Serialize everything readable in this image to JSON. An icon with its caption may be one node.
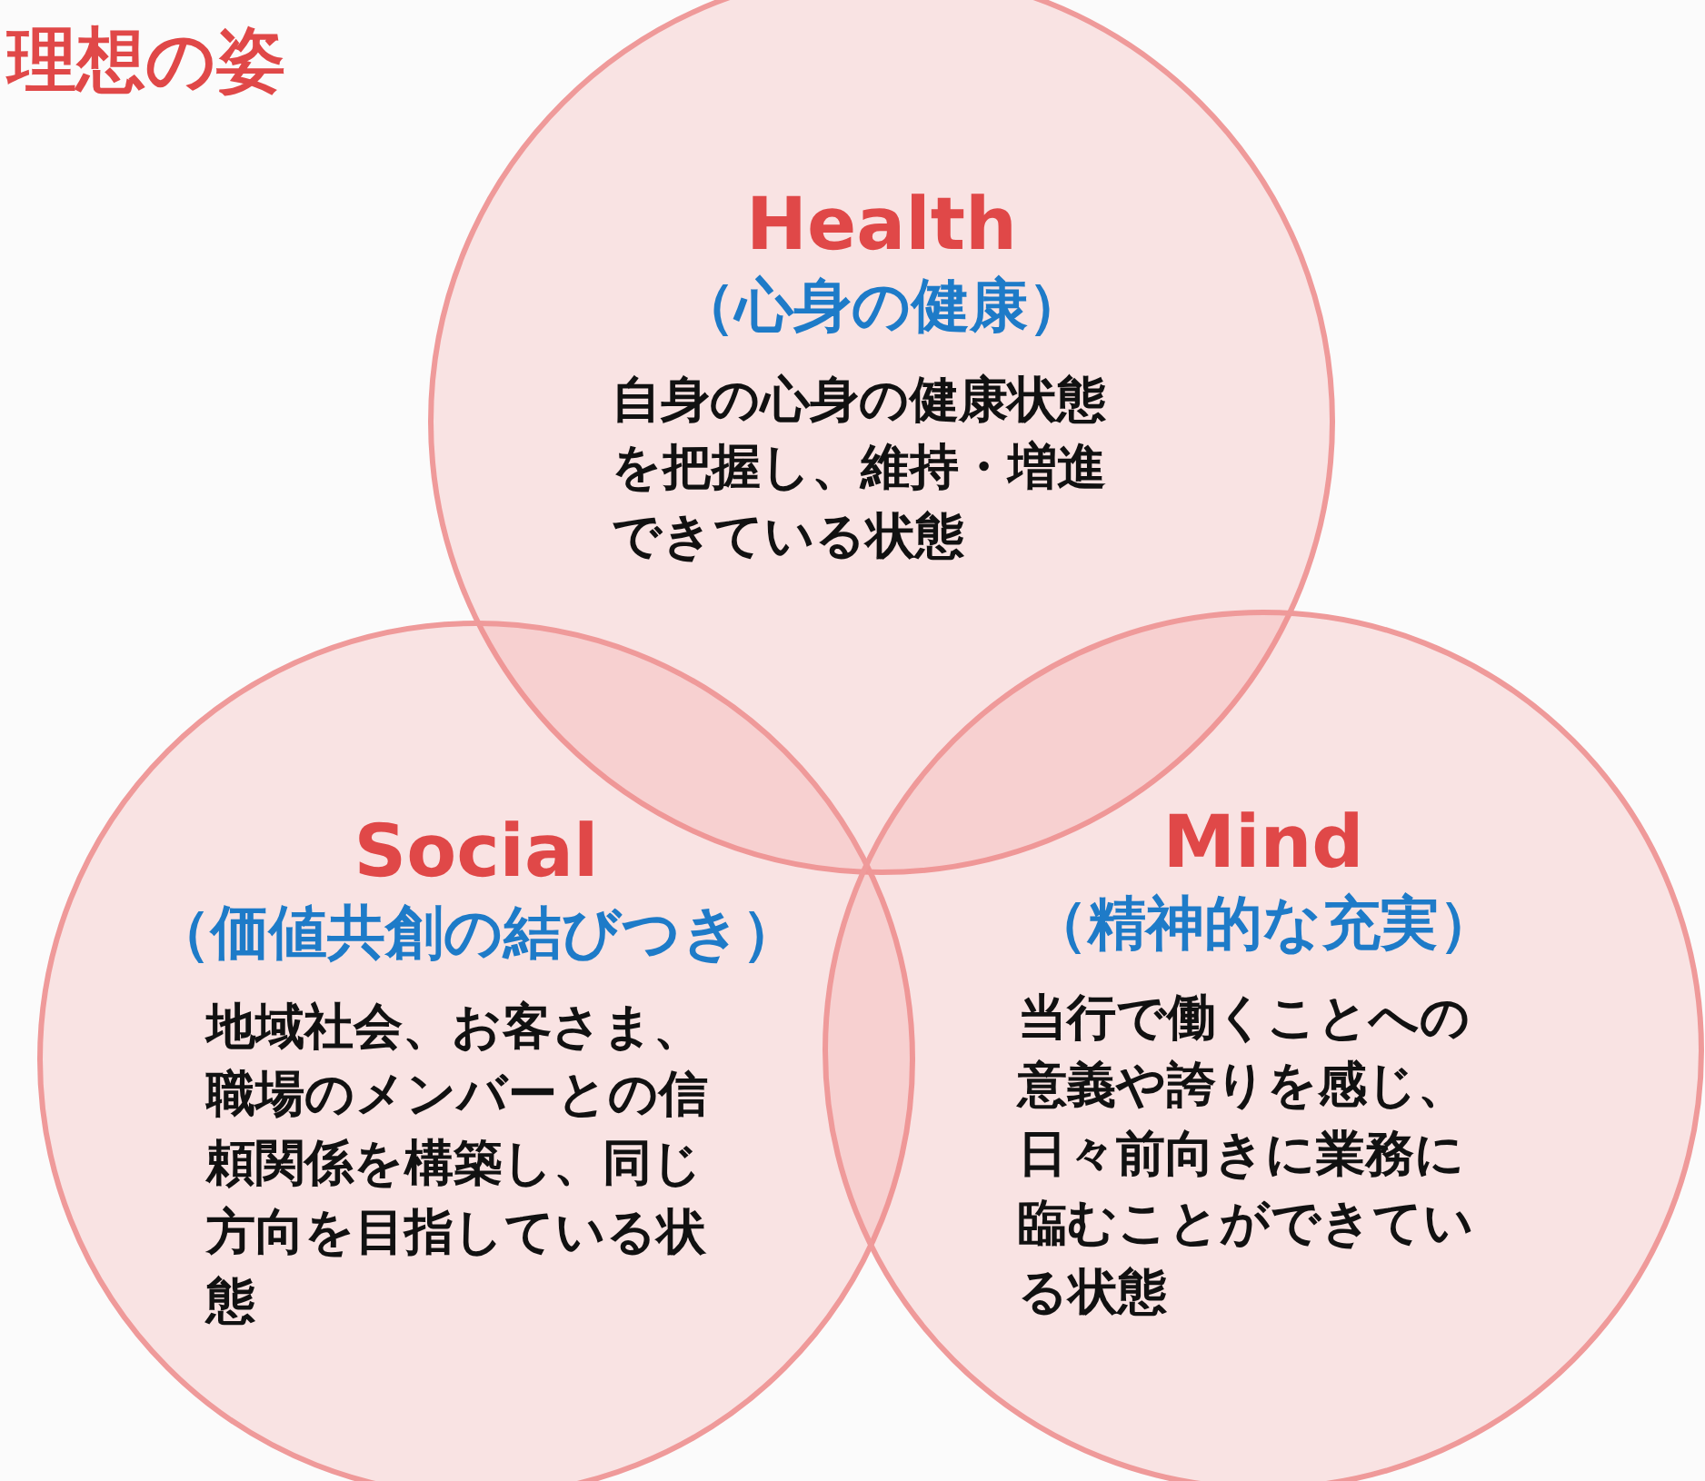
{
  "diagram": {
    "title": "理想の姿",
    "nodes": [
      {
        "text": [
          "Health",
          "（心身の健康）",
          "自身の心身の健康状態を把握し、維持・増進できている状態"
        ]
      },
      {
        "text": [
          "Social",
          "（価値共創の結びつき）",
          "地域社会、お客さま、職場のメンバーとの信頼関係を構築し、同じ方向を目指している状態"
        ]
      },
      {
        "text": [
          "Mind",
          "（精神的な充実）",
          "当行で働くことへの意義や誇りを感じ、日々前向きに業務に臨むことができている状態"
        ]
      }
    ]
  }
}
